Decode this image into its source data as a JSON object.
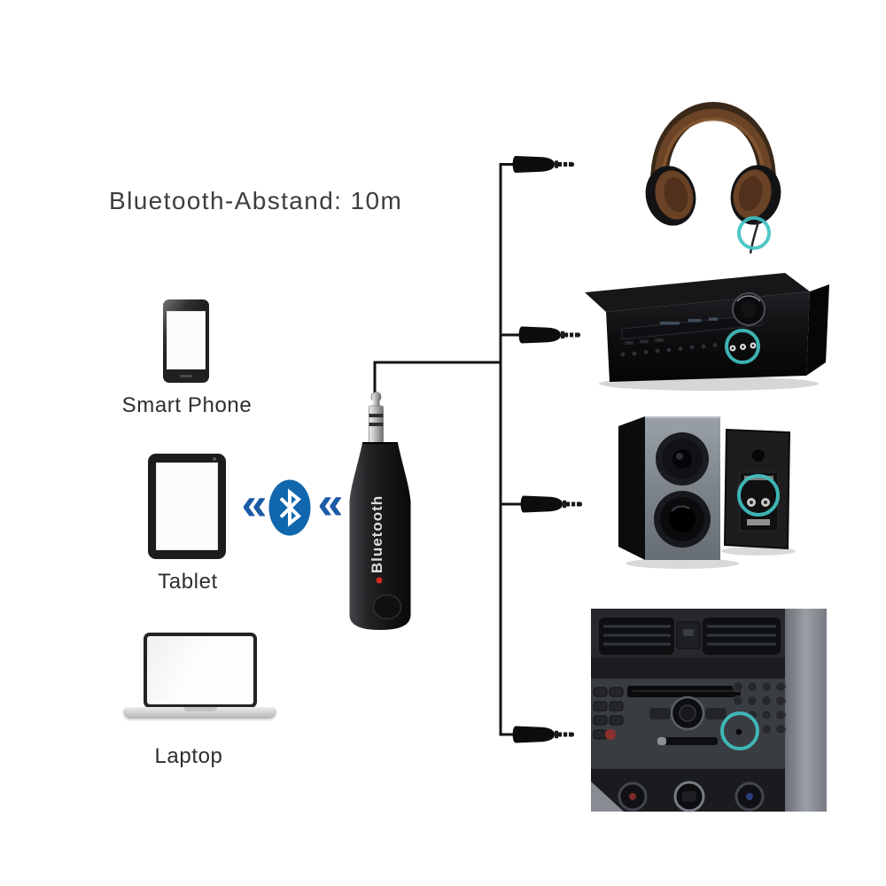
{
  "title": "Bluetooth-Abstand: 10m",
  "colors": {
    "highlight_teal": "#41c1c1",
    "bluetooth_blue": "#1067ad",
    "chevron_blue": "#1b5aa5",
    "cable_black": "#141414",
    "led_red": "#d42a1f"
  },
  "source_devices": [
    {
      "label": "Smart Phone"
    },
    {
      "label": "Tablet"
    },
    {
      "label": "Laptop"
    }
  ],
  "bluetooth_signal": {
    "left_chevrons": "«",
    "right_chevrons": "«"
  },
  "receiver": {
    "body_label": "Bluetooth"
  },
  "target_devices": [
    {
      "icon": "headphones-icon"
    },
    {
      "icon": "av-receiver-icon"
    },
    {
      "icon": "bookshelf-speakers-icon"
    },
    {
      "icon": "car-dashboard-aux-icon"
    }
  ]
}
